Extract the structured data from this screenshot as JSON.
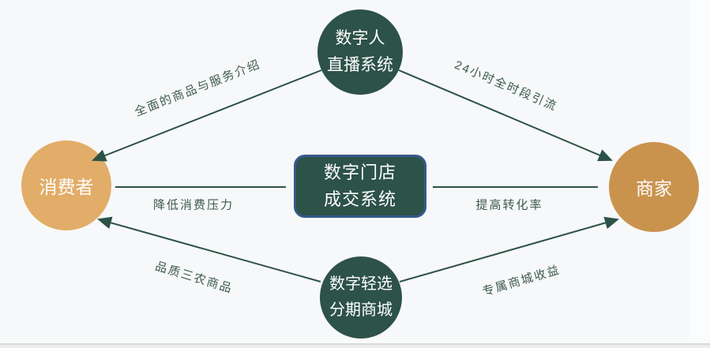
{
  "nodes": {
    "top_circle": {
      "lines": [
        "数字人",
        "直播系统"
      ]
    },
    "bottom_circle": {
      "lines": [
        "数字轻选",
        "分期商城"
      ]
    },
    "left_circle": {
      "label": "消费者"
    },
    "right_circle": {
      "label": "商家"
    },
    "center_box": {
      "lines": [
        "数字门店",
        "成交系统"
      ]
    }
  },
  "edges": [
    {
      "id": "top-left",
      "from": "top_circle",
      "to": "left_circle",
      "arrow": true,
      "label": "全面的商品与服务介绍"
    },
    {
      "id": "top-right",
      "from": "top_circle",
      "to": "right_circle",
      "arrow": true,
      "label": "24小时全时段引流"
    },
    {
      "id": "mid-left",
      "from": "center_box",
      "to": "left_circle",
      "arrow": false,
      "label": "降低消费压力"
    },
    {
      "id": "mid-right",
      "from": "center_box",
      "to": "right_circle",
      "arrow": false,
      "label": "提高转化率"
    },
    {
      "id": "bottom-left",
      "from": "bottom_circle",
      "to": "left_circle",
      "arrow": true,
      "label": "品质三农商品"
    },
    {
      "id": "bottom-right",
      "from": "bottom_circle",
      "to": "right_circle",
      "arrow": true,
      "label": "专属商城收益"
    }
  ],
  "colors": {
    "dark_green": "#2d5248",
    "consumer_gold": "#e2ad68",
    "merchant_gold": "#c9934e",
    "box_border_blue": "#35598c",
    "label_text": "#3c594f",
    "node_text": "#ffffff",
    "background": "#f7f8f9"
  }
}
